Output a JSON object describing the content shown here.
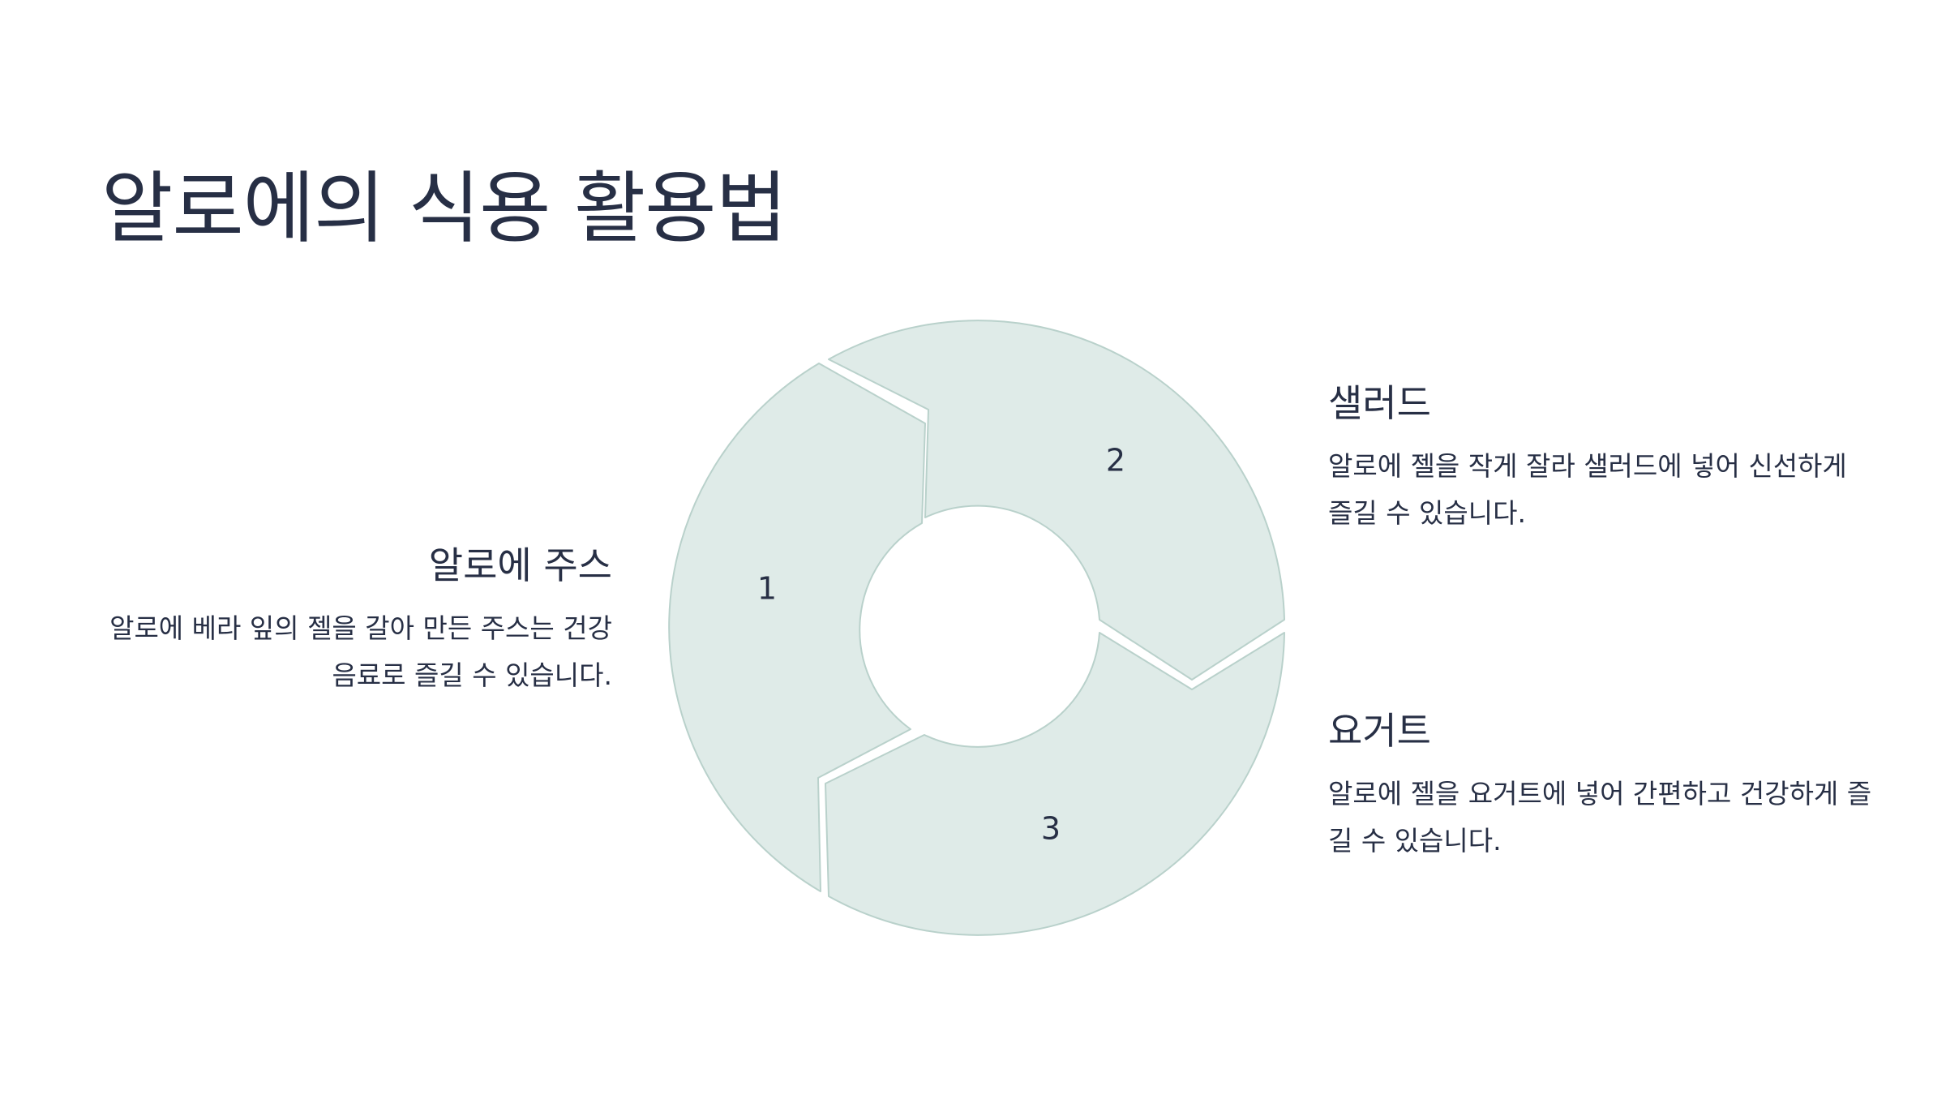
{
  "title": "알로에의 식용 활용법",
  "cycle": {
    "segments": [
      {
        "number": "1"
      },
      {
        "number": "2"
      },
      {
        "number": "3"
      }
    ],
    "colors": {
      "fill": "#dfebe8",
      "stroke": "#b9d1cb",
      "text": "#272f45"
    }
  },
  "items": [
    {
      "heading": "알로에 주스",
      "description": "알로에 베라 잎의 젤을 갈아 만든 주스는 건강 음료로 즐길 수 있습니다."
    },
    {
      "heading": "샐러드",
      "description": "알로에 젤을 작게 잘라 샐러드에 넣어 신선하게 즐길 수 있습니다."
    },
    {
      "heading": "요거트",
      "description": "알로에 젤을 요거트에 넣어 간편하고 건강하게 즐길 수 있습니다."
    }
  ]
}
